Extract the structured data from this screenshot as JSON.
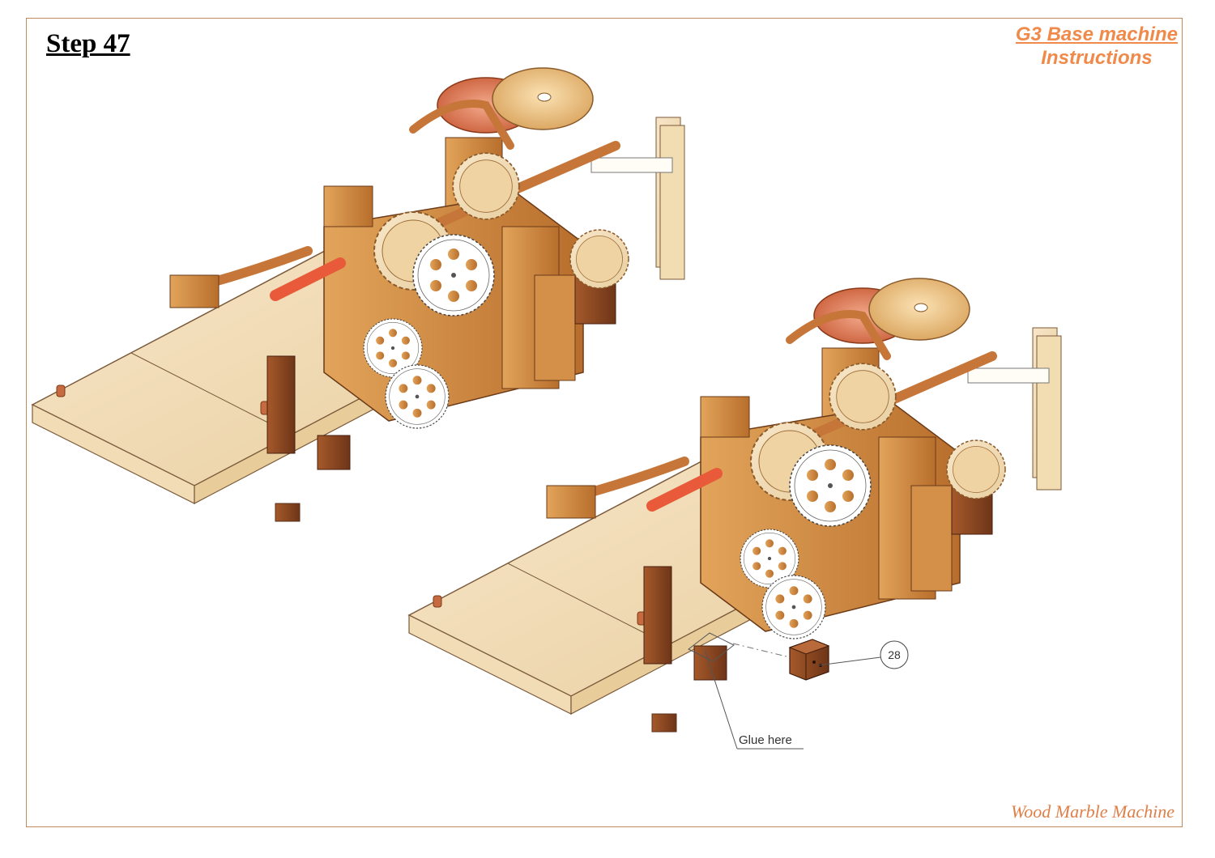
{
  "page": {
    "step_title": "Step 47",
    "header_line1": "G3 Base machine",
    "header_line2": "Instructions",
    "footer_brand": "Wood Marble Machine",
    "accent_color": "#f08a4b"
  },
  "callouts": {
    "part_number": "28",
    "glue_label": "Glue here"
  },
  "illustrations": [
    {
      "name": "assembly-before",
      "icon": "marble-machine-illustration"
    },
    {
      "name": "assembly-after",
      "icon": "marble-machine-illustration"
    },
    {
      "name": "part-28-block",
      "icon": "wood-block-part"
    }
  ]
}
